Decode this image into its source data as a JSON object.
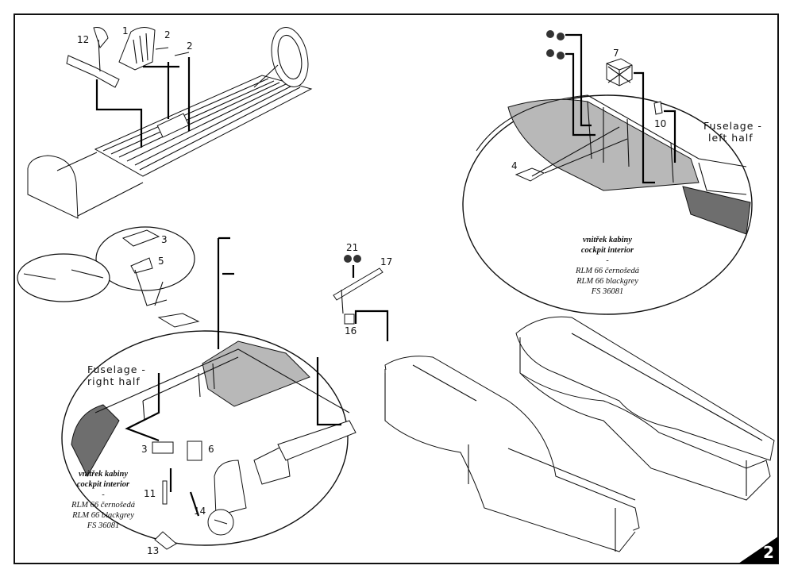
{
  "page": {
    "number": "2"
  },
  "colors": {
    "cockpit_interior": "#b8b8b8",
    "ink": "#111111",
    "page_tab": "#000000"
  },
  "top_left": {
    "labels": {
      "p12": "12",
      "p1": "1",
      "p2a": "2",
      "p2b": "2"
    }
  },
  "left_half": {
    "title_line1": "Fuselage -",
    "title_line2": "left half",
    "labels": {
      "p4": "4",
      "p7": "7",
      "p10": "10"
    },
    "note": {
      "cz": "vnitřek kabiny",
      "en": "cockpit interior",
      "dash": "-",
      "color_cz": "RLM 66 černošedá",
      "color_en": "RLM 66 blackgrey",
      "fs": "FS 36081"
    }
  },
  "right_half": {
    "title_line1": "Fuselage -",
    "title_line2": "right half",
    "labels": {
      "p3a": "3",
      "p5": "5",
      "p3b": "3",
      "p6": "6",
      "p11": "11",
      "p13": "13",
      "p14": "14"
    },
    "note": {
      "cz": "vnitřek kabiny",
      "en": "cockpit interior",
      "dash": "-",
      "color_cz": "RLM 66 černošedá",
      "color_en": "RLM 66 blackgrey",
      "fs": "FS 36081"
    }
  },
  "middle": {
    "labels": {
      "p21": "21",
      "p17": "17",
      "p16": "16"
    }
  }
}
